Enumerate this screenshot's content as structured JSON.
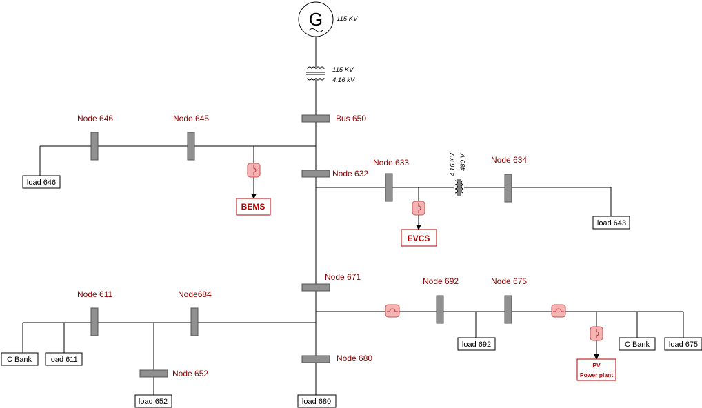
{
  "generator": {
    "symbol": "G",
    "voltage": "115 KV"
  },
  "transformer_main": {
    "primary": "115 KV",
    "secondary": "4.16 kV"
  },
  "transformer_633_634": {
    "primary": "4.16 KV",
    "secondary": "480 V"
  },
  "nodes": {
    "n650": "Bus 650",
    "n646": "Node 646",
    "n645": "Node 645",
    "n632": "Node 632",
    "n633": "Node 633",
    "n634": "Node 634",
    "n671": "Node 671",
    "n692": "Node 692",
    "n675": "Node 675",
    "n611": "Node 611",
    "n684": "Node684",
    "n652": "Node 652",
    "n680": "Node 680"
  },
  "loads": {
    "l646": "load 646",
    "l643": "load 643",
    "l692": "load 692",
    "l675": "load 675",
    "l611": "load 611",
    "l652": "load 652",
    "l680": "load 680",
    "cbank_left": "C Bank",
    "cbank_right": "C Bank"
  },
  "devices": {
    "bems": "BEMS",
    "evcs": "EVCS",
    "pv_line1": "PV",
    "pv_line2": "Power plant"
  }
}
